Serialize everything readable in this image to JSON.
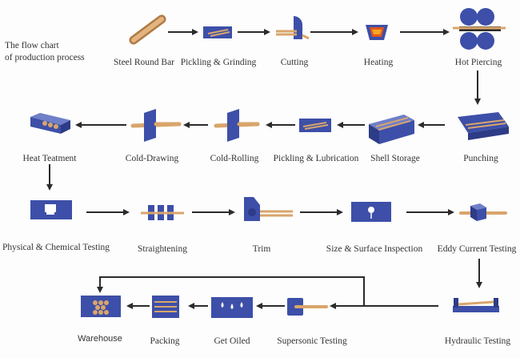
{
  "intro": {
    "line1": "The flow chart",
    "line2": "of production process"
  },
  "colors": {
    "blue": "#3d4fa8",
    "tan": "#d9a56b",
    "arrow": "#2b2b2b",
    "label": "#333333"
  },
  "steps": {
    "steel_round_bar": "Steel Round Bar",
    "pickling_grinding": "Pickling & Grinding",
    "cutting": "Cutting",
    "heating": "Heating",
    "hot_piercing": "Hot Piercing",
    "punching": "Punching",
    "shell_storage": "Shell Storage",
    "pickling_lubrication": "Pickling & Lubrication",
    "cold_rolling": "Cold-Rolling",
    "cold_drawing": "Cold-Drawing",
    "heat_treatment": "Heat Teatment",
    "physical_chemical_testing": "Physical & Chemical Testing",
    "straightening": "Straightening",
    "trim": "Trim",
    "size_surface_inspection": "Size & Surface Inspection",
    "eddy_current_testing": "Eddy Current Testing",
    "hydraulic_testing": "Hydraulic Testing",
    "supersonic_testing": "Supersonic Testing",
    "get_oiled": "Get Oiled",
    "packing": "Packing",
    "warehouse": "Warehouse"
  }
}
